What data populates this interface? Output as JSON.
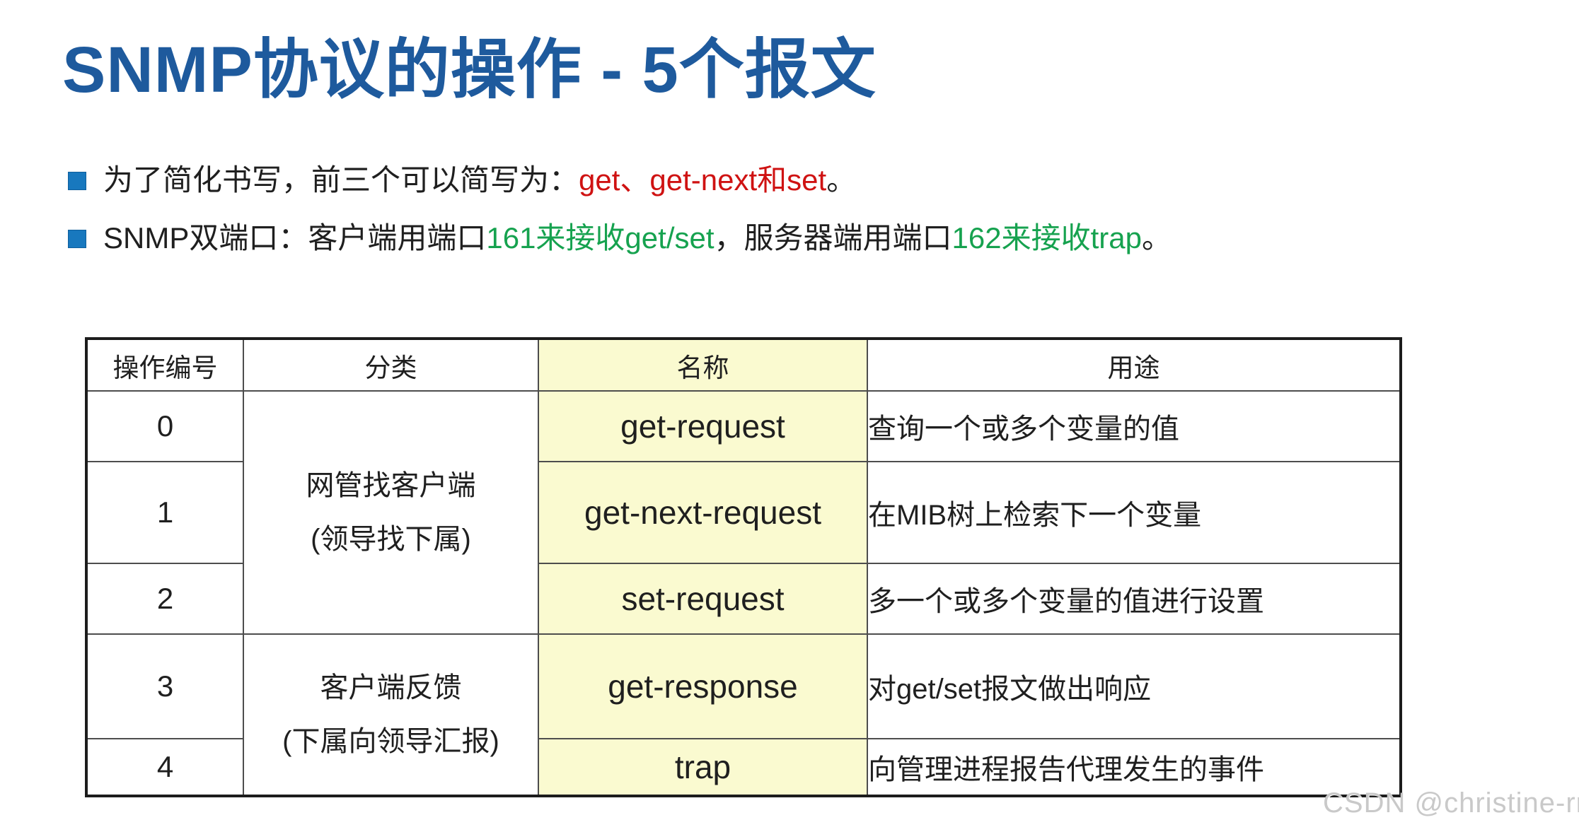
{
  "palette": {
    "title_blue": "#1e5a9d",
    "bullet_blue": "#1878be",
    "text": "#1f1f1f",
    "red": "#cf1212",
    "green": "#16a24f",
    "name_col_yellow": "#fafad0",
    "border_dark": "#1c1c1c",
    "border_inner": "#4d4d4d",
    "watermark": "#c9c9c9"
  },
  "title": "SNMP协议的操作 - 5个报文",
  "bullets": [
    {
      "segments": [
        {
          "text": "为了简化书写，前三个可以简写为：",
          "color": "text"
        },
        {
          "text": "get、get-next和set",
          "color": "red"
        },
        {
          "text": "。",
          "color": "text"
        }
      ]
    },
    {
      "segments": [
        {
          "text": "SNMP双端口：客户端用端口",
          "color": "text"
        },
        {
          "text": "161来接收get/set",
          "color": "green"
        },
        {
          "text": "，服务器端用端口",
          "color": "text"
        },
        {
          "text": "162来接收trap",
          "color": "green"
        },
        {
          "text": "。",
          "color": "text"
        }
      ]
    }
  ],
  "table": {
    "headers": {
      "op": "操作编号",
      "category": "分类",
      "name": "名称",
      "purpose": "用途"
    },
    "groups": [
      {
        "line1": "网管找客户端",
        "line2": "(领导找下属)"
      },
      {
        "line1": "客户端反馈",
        "line2": "(下属向领导汇报)"
      }
    ],
    "rows": [
      {
        "op": "0",
        "name": "get-request",
        "purpose": "查询一个或多个变量的值"
      },
      {
        "op": "1",
        "name": "get-next-request",
        "purpose": "在MIB树上检索下一个变量"
      },
      {
        "op": "2",
        "name": "set-request",
        "purpose": "多一个或多个变量的值进行设置"
      },
      {
        "op": "3",
        "name": "get-response",
        "purpose": "对get/set报文做出响应"
      },
      {
        "op": "4",
        "name": "trap",
        "purpose": "向管理进程报告代理发生的事件"
      }
    ]
  },
  "watermark": "CSDN @christine-rr"
}
